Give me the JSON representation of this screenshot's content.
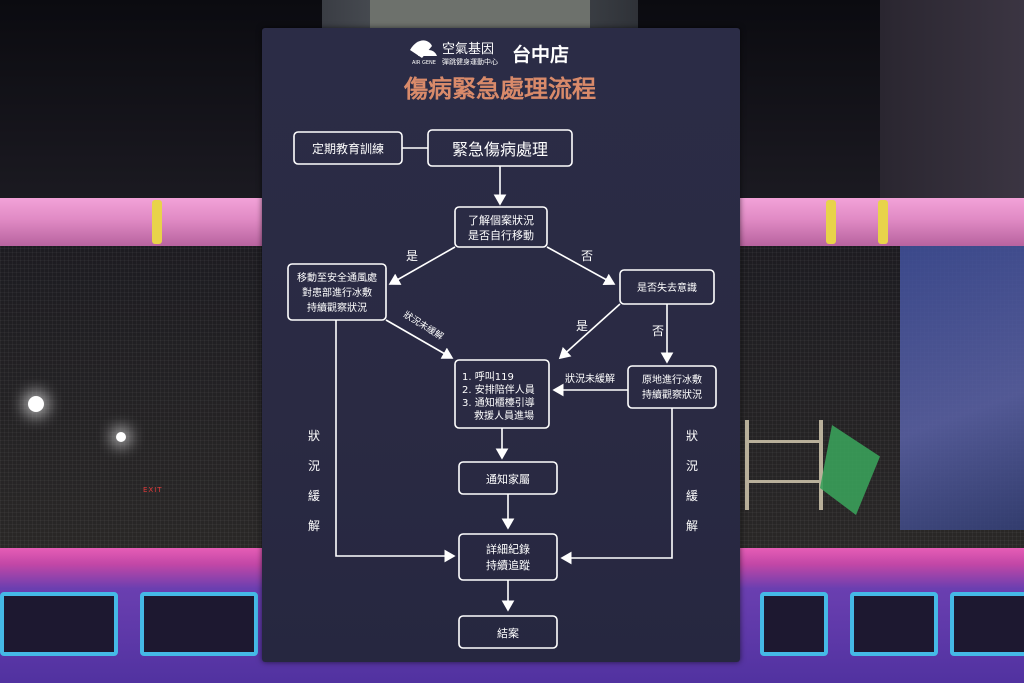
{
  "sign": {
    "brand_small": "AIR GENE",
    "brand_name": "空氣基因",
    "brand_sub": "彈跳健身運動中心",
    "branch": "台中店",
    "title": "傷病緊急處理流程"
  },
  "flow": {
    "training": "定期教育訓練",
    "start": "緊急傷病處理",
    "assess_1": "了解個案狀況",
    "assess_2": "是否自行移動",
    "yes_1": "是",
    "no_1": "否",
    "move_1": "移動至安全通風處",
    "move_2": "對患部進行冰敷",
    "move_3": "持續觀察狀況",
    "unconscious": "是否失去意識",
    "yes_2": "是",
    "no_2": "否",
    "unresolved_left": "狀況未緩解",
    "unresolved_right": "狀況未緩解",
    "call_1": "1. 呼叫119",
    "call_2": "2. 安排陪伴人員",
    "call_3": "3. 通知櫃檯引導",
    "call_4": "救援人員進場",
    "ice_1": "原地進行冰敷",
    "ice_2": "持續觀察狀況",
    "relief_left": [
      "狀",
      "況",
      "緩",
      "解"
    ],
    "relief_right": [
      "狀",
      "況",
      "緩",
      "解"
    ],
    "family": "通知家屬",
    "record_1": "詳細紀錄",
    "record_2": "持續追蹤",
    "end": "結案"
  },
  "background": {
    "exit_sign": "EXIT"
  },
  "colors": {
    "sign_bg": "#2b2c46",
    "title": "#d98a6a",
    "line": "#ffffff",
    "rail": "#e08ac4",
    "trampoline": "#5132a0",
    "pad_edge": "#45b9e6"
  }
}
